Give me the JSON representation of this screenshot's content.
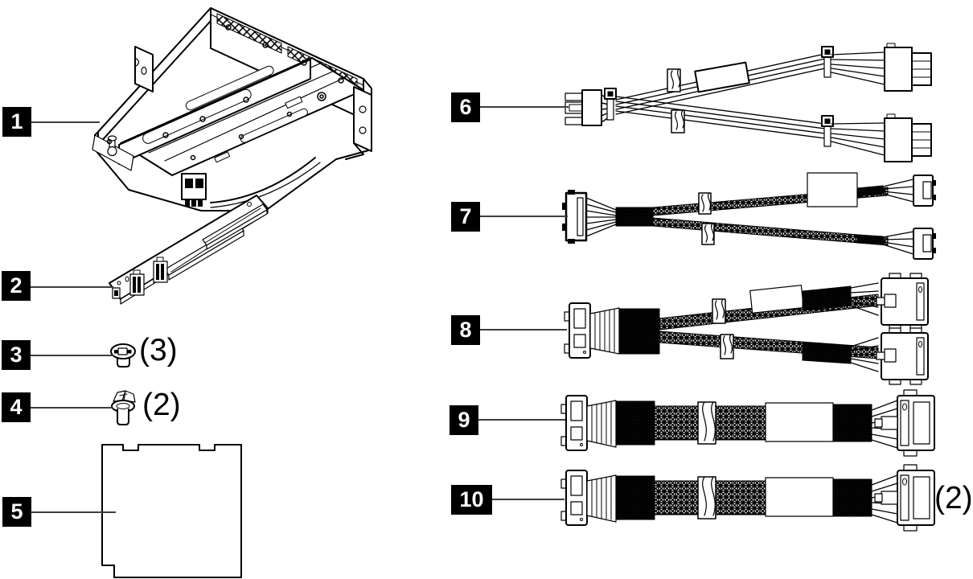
{
  "figure": {
    "type": "parts-diagram",
    "background_color": "#ffffff",
    "line_color": "#000000",
    "callout_style": {
      "bg": "#000000",
      "fg": "#ffffff"
    },
    "items": [
      {
        "label": "1",
        "part": "riser-cage",
        "qty": ""
      },
      {
        "label": "2",
        "part": "riser-card",
        "qty": ""
      },
      {
        "label": "3",
        "part": "screw",
        "qty": "(3)"
      },
      {
        "label": "4",
        "part": "rivet",
        "qty": "(2)"
      },
      {
        "label": "5",
        "part": "filler-panel",
        "qty": ""
      },
      {
        "label": "6",
        "part": "power-y-cable",
        "qty": ""
      },
      {
        "label": "7",
        "part": "signal-y-cable",
        "qty": ""
      },
      {
        "label": "8",
        "part": "mcio-y-cable",
        "qty": ""
      },
      {
        "label": "9",
        "part": "mcio-straight-cable",
        "qty": ""
      },
      {
        "label": "10",
        "part": "mcio-straight-cable",
        "qty": "(2)"
      }
    ]
  }
}
